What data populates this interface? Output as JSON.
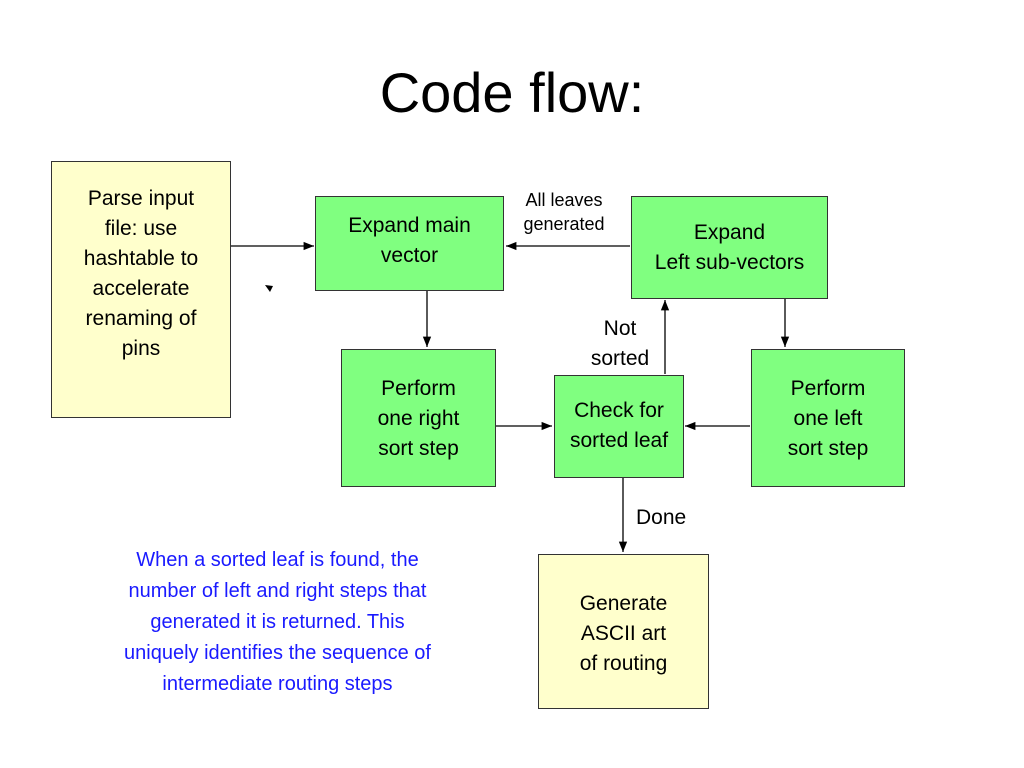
{
  "slide": {
    "title": "Code flow:"
  },
  "nodes": {
    "parse": "Parse input\nfile: use\nhashtable to\naccelerate\nrenaming of\npins",
    "expand_main": "Expand main\nvector",
    "expand_left": "Expand\nLeft sub-vectors",
    "perform_right": "Perform\none right\nsort step",
    "check_sorted": "Check for\nsorted leaf",
    "perform_left": "Perform\none left\nsort step",
    "generate_ascii": "Generate\nASCII art\nof routing"
  },
  "edge_labels": {
    "all_leaves": "All leaves\ngenerated",
    "not_sorted": "Not\nsorted",
    "done": "Done"
  },
  "note": {
    "text": "When a sorted leaf is found, the\nnumber of left and right steps that\ngenerated it is returned. This\nuniquely identifies the sequence of\nintermediate routing steps"
  },
  "colors": {
    "process_fill": "#80ff80",
    "io_fill": "#ffffcc",
    "note_text": "#1a1aff"
  }
}
